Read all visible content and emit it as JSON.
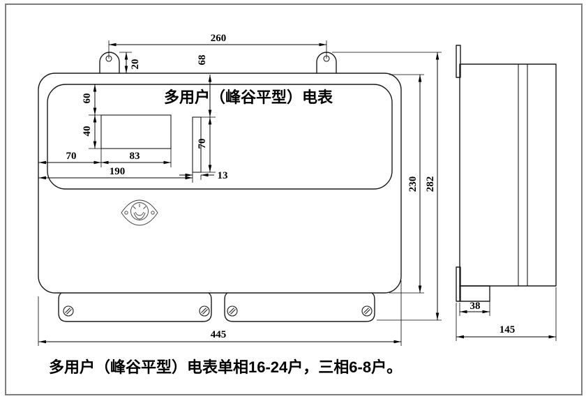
{
  "title": "多用户（峰谷平型）电表",
  "caption": "多用户（峰谷平型）电表单相16-24户，三相6-8户。",
  "colors": {
    "line": "#000000",
    "page_border": "#7d7d7d",
    "background": "#ffffff"
  },
  "front_view": {
    "dimensions": {
      "hole_spacing": "260",
      "tab_height": "20",
      "top_to_slot": "68",
      "panel_to_window": "60",
      "window_height": "40",
      "left_to_window": "70",
      "window_width": "83",
      "left_to_slot": "190",
      "slot_width": "13",
      "slot_height": "70",
      "body_height": "230",
      "overall_height": "282",
      "overall_width": "445"
    }
  },
  "side_view": {
    "dimensions": {
      "terminal_depth": "38",
      "overall_depth": "145"
    }
  }
}
